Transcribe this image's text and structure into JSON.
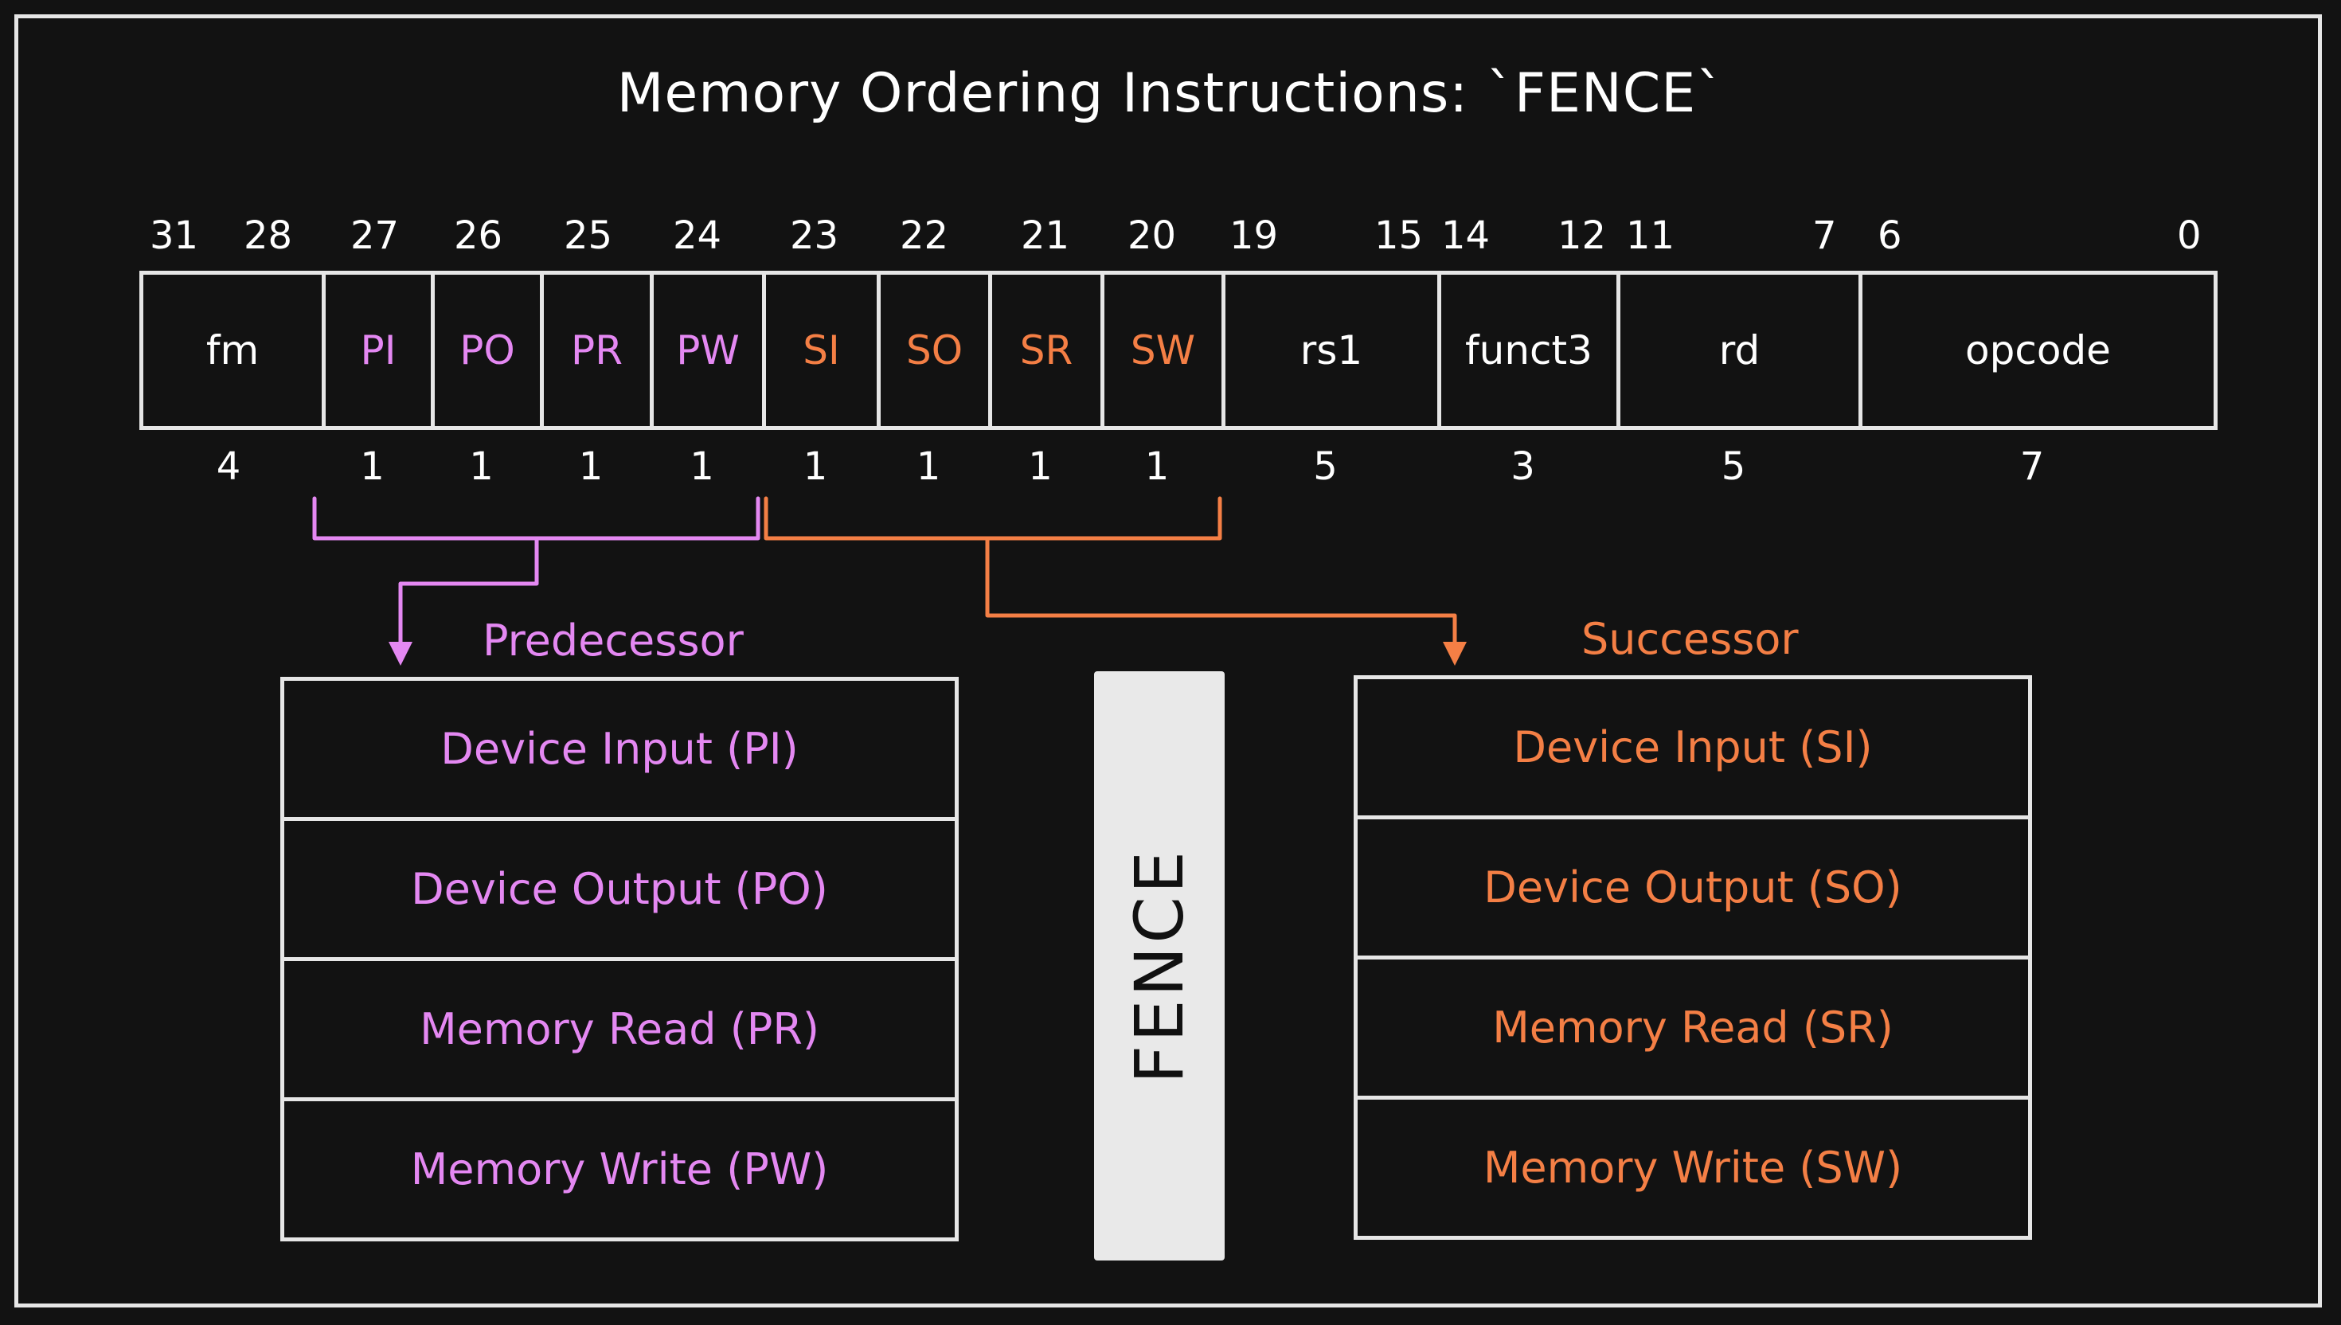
{
  "title": "Memory Ordering Instructions: `FENCE`",
  "colors": {
    "background": "#121212",
    "line": "#e6e6e6",
    "predecessor": "#e488f2",
    "successor": "#f47f45",
    "fence_bar": "#e9e9e9"
  },
  "bit_numbers": [
    "31",
    "28",
    "27",
    "26",
    "25",
    "24",
    "23",
    "22",
    "21",
    "20",
    "19",
    "15",
    "14",
    "12",
    "11",
    "7",
    "6",
    "0"
  ],
  "fields": [
    {
      "label": "fm",
      "width": "4",
      "group": "none"
    },
    {
      "label": "PI",
      "width": "1",
      "group": "predecessor"
    },
    {
      "label": "PO",
      "width": "1",
      "group": "predecessor"
    },
    {
      "label": "PR",
      "width": "1",
      "group": "predecessor"
    },
    {
      "label": "PW",
      "width": "1",
      "group": "predecessor"
    },
    {
      "label": "SI",
      "width": "1",
      "group": "successor"
    },
    {
      "label": "SO",
      "width": "1",
      "group": "successor"
    },
    {
      "label": "SR",
      "width": "1",
      "group": "successor"
    },
    {
      "label": "SW",
      "width": "1",
      "group": "successor"
    },
    {
      "label": "rs1",
      "width": "5",
      "group": "none"
    },
    {
      "label": "funct3",
      "width": "3",
      "group": "none"
    },
    {
      "label": "rd",
      "width": "5",
      "group": "none"
    },
    {
      "label": "opcode",
      "width": "7",
      "group": "none"
    }
  ],
  "predecessor": {
    "title": "Predecessor",
    "items": [
      "Device Input (PI)",
      "Device Output (PO)",
      "Memory Read (PR)",
      "Memory Write (PW)"
    ]
  },
  "successor": {
    "title": "Successor",
    "items": [
      "Device Input (SI)",
      "Device Output (SO)",
      "Memory Read (SR)",
      "Memory Write (SW)"
    ]
  },
  "fence_label": "FENCE"
}
